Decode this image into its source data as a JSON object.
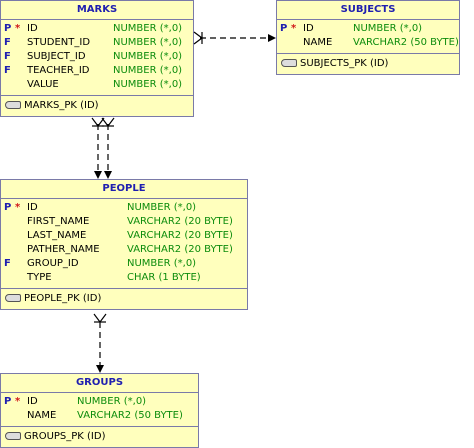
{
  "entities": {
    "marks": {
      "title": "MARKS",
      "columns": [
        {
          "key": "P",
          "mand": "*",
          "name": "ID",
          "type": "NUMBER (*,0)"
        },
        {
          "key": "F",
          "mand": "",
          "name": "STUDENT_ID",
          "type": "NUMBER (*,0)"
        },
        {
          "key": "F",
          "mand": "",
          "name": "SUBJECT_ID",
          "type": "NUMBER (*,0)"
        },
        {
          "key": "F",
          "mand": "",
          "name": "TEACHER_ID",
          "type": "NUMBER (*,0)"
        },
        {
          "key": "",
          "mand": "",
          "name": "VALUE",
          "type": "NUMBER (*,0)"
        }
      ],
      "pk": "MARKS_PK (ID)"
    },
    "subjects": {
      "title": "SUBJECTS",
      "columns": [
        {
          "key": "P",
          "mand": "*",
          "name": "ID",
          "type": "NUMBER (*,0)"
        },
        {
          "key": "",
          "mand": "",
          "name": "NAME",
          "type": "VARCHAR2 (50 BYTE)"
        }
      ],
      "pk": "SUBJECTS_PK (ID)"
    },
    "people": {
      "title": "PEOPLE",
      "columns": [
        {
          "key": "P",
          "mand": "*",
          "name": "ID",
          "type": "NUMBER (*,0)"
        },
        {
          "key": "",
          "mand": "",
          "name": "FIRST_NAME",
          "type": "VARCHAR2 (20 BYTE)"
        },
        {
          "key": "",
          "mand": "",
          "name": "LAST_NAME",
          "type": "VARCHAR2 (20 BYTE)"
        },
        {
          "key": "",
          "mand": "",
          "name": "PATHER_NAME",
          "type": "VARCHAR2 (20 BYTE)"
        },
        {
          "key": "F",
          "mand": "",
          "name": "GROUP_ID",
          "type": "NUMBER (*,0)"
        },
        {
          "key": "",
          "mand": "",
          "name": "TYPE",
          "type": "CHAR (1 BYTE)"
        }
      ],
      "pk": "PEOPLE_PK (ID)"
    },
    "groups": {
      "title": "GROUPS",
      "columns": [
        {
          "key": "P",
          "mand": "*",
          "name": "ID",
          "type": "NUMBER (*,0)"
        },
        {
          "key": "",
          "mand": "",
          "name": "NAME",
          "type": "VARCHAR2 (50 BYTE)"
        }
      ],
      "pk": "GROUPS_PK (ID)"
    }
  },
  "colors": {
    "entity_fill": "#ffffbd",
    "title_text": "#1f1fb0",
    "key_mark": "#1f1fb0",
    "mandatory_mark": "#d01818",
    "type_text": "#0c8c0c",
    "border": "#7a7aa8"
  },
  "icons": {
    "pk": "key-icon"
  }
}
